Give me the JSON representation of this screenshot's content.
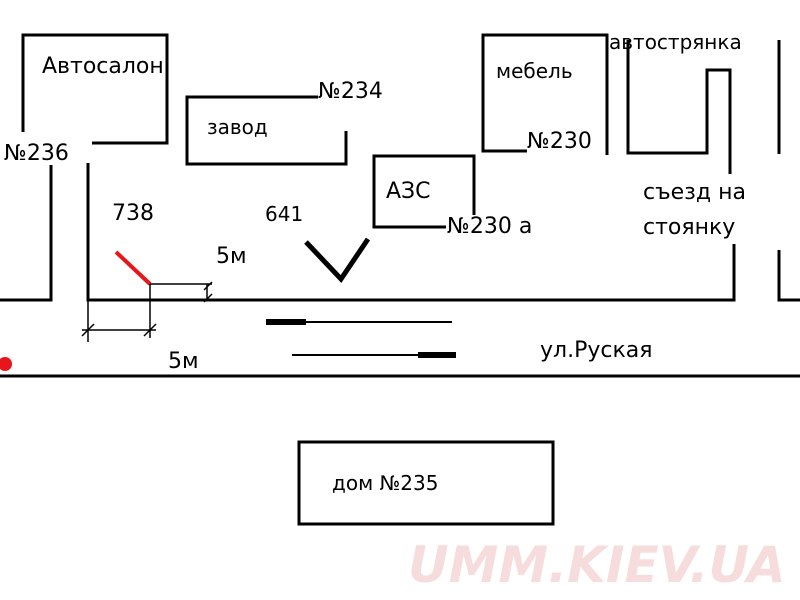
{
  "labels": {
    "autosalon": "Автосалон",
    "n236": "№236",
    "zavod": "завод",
    "n234": "№234",
    "mebel": "мебель",
    "n230": "№230",
    "avtostoyanka": "автострянка",
    "azs": "АЗС",
    "n230a": "№230 а",
    "sezd_line1": "съезд на",
    "sezd_line2": "стоянку",
    "num_738": "738",
    "num_641": "641",
    "dist_upper": "5м",
    "dist_lower": "5м",
    "street": "ул.Руская",
    "dom": "дом №235"
  },
  "watermark": "UMM.KIEV.UA",
  "colors": {
    "line": "#000000",
    "marker_red": "#e8151b",
    "watermark": "#f6dcdc"
  }
}
